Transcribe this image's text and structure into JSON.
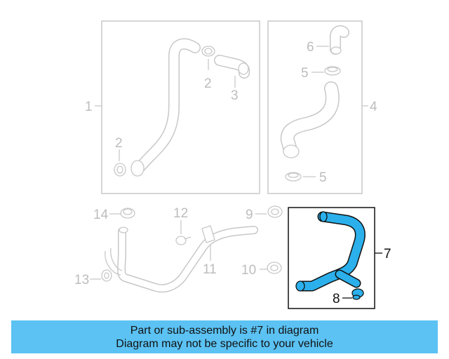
{
  "diagram": {
    "callouts": {
      "c1": "1",
      "c2a": "2",
      "c2b": "2",
      "c3": "3",
      "c4": "4",
      "c5a": "5",
      "c5b": "5",
      "c6": "6",
      "c7": "7",
      "c8": "8",
      "c9": "9",
      "c10": "10",
      "c11": "11",
      "c12": "12",
      "c13": "13",
      "c14": "14"
    },
    "highlighted_part": "7",
    "colors": {
      "highlight": "#2bb0ec",
      "faint_line": "#c8c8c8",
      "banner": "#5bc2f3"
    }
  },
  "banner": {
    "line1": "Part or sub-assembly is #7 in diagram",
    "line2": "Diagram may not be specific to your vehicle"
  }
}
